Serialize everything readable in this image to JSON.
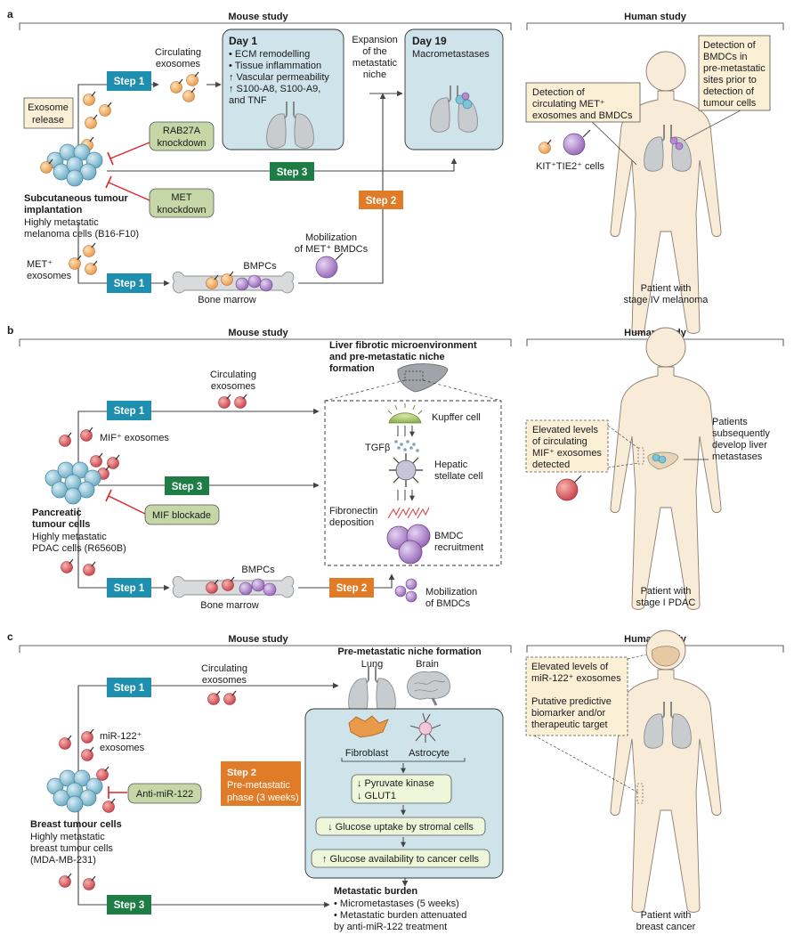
{
  "panel_a": {
    "letter": "a",
    "mouse_header": "Mouse study",
    "human_header": "Human study",
    "circulating_exosomes": [
      "Circulating",
      "exosomes"
    ],
    "day1_title": "Day 1",
    "day1_lines": [
      "• ECM remodelling",
      "• Tissue inflammation",
      "↑ Vascular permeability",
      "↑ S100-A8, S100-A9,",
      "   and TNF"
    ],
    "expansion": [
      "Expansion",
      "of the",
      "metastatic",
      "niche"
    ],
    "day19_title": "Day 19",
    "day19_sub": "Macrometastases",
    "exosome_release": [
      "Exosome",
      "release"
    ],
    "step1_top": "Step 1",
    "step1_bottom": "Step 1",
    "step2": "Step 2",
    "step3": "Step 3",
    "rab27a": [
      "RAB27A",
      "knockdown"
    ],
    "met_kd": [
      "MET",
      "knockdown"
    ],
    "tumour_title": [
      "Subcutaneous tumour",
      "implantation"
    ],
    "tumour_desc": [
      "Highly metastatic",
      "melanoma cells (B16-F10)"
    ],
    "met_exosomes": [
      "MET⁺",
      "exosomes"
    ],
    "mobilization": [
      "Mobilization",
      "of MET⁺ BMDCs"
    ],
    "bmpcs": "BMPCs",
    "bone_marrow": "Bone marrow",
    "human_box1": [
      "Detection of",
      "circulating MET⁺",
      "exosomes and BMDCs"
    ],
    "human_box2": [
      "Detection of",
      "BMDCs in",
      "pre-metastatic",
      "sites prior to",
      "detection of",
      "tumour cells"
    ],
    "kit_label": "KIT⁺TIE2⁺ cells",
    "patient": [
      "Patient with",
      "stage IV melanoma"
    ]
  },
  "panel_b": {
    "letter": "b",
    "mouse_header": "Mouse study",
    "human_header": "Human study",
    "liver_title": [
      "Liver fibrotic microenvironment",
      "and pre-metastatic niche",
      "formation"
    ],
    "circulating_exosomes": [
      "Circulating",
      "exosomes"
    ],
    "step1_top": "Step 1",
    "step1_bottom": "Step 1",
    "step2": "Step 2",
    "step3": "Step 3",
    "mif_exosomes": "MIF⁺ exosomes",
    "kupffer": "Kupffer cell",
    "tgfb": "TGFβ",
    "hepatic": [
      "Hepatic",
      "stellate cell"
    ],
    "fibronectin": [
      "Fibronectin",
      "deposition"
    ],
    "bmdc_recruit": [
      "BMDC",
      "recruitment"
    ],
    "mif_blockade": "MIF blockade",
    "tumour_title": [
      "Pancreatic",
      "tumour cells"
    ],
    "tumour_desc": [
      "Highly metastatic",
      "PDAC cells (R6560B)"
    ],
    "bmpcs": "BMPCs",
    "bone_marrow": "Bone marrow",
    "mobilization": [
      "Mobilization",
      "of BMDCs"
    ],
    "human_box": [
      "Elevated levels",
      "of circulating",
      "MIF⁺ exosomes",
      "detected"
    ],
    "patients_develop": [
      "Patients",
      "subsequently",
      "develop liver",
      "metastases"
    ],
    "patient": [
      "Patient with",
      "stage I PDAC"
    ]
  },
  "panel_c": {
    "letter": "c",
    "mouse_header": "Mouse study",
    "human_header": "Human study",
    "pmn_title": "Pre-metastatic niche formation",
    "lung": "Lung",
    "brain": "Brain",
    "circulating_exosomes": [
      "Circulating",
      "exosomes"
    ],
    "step1": "Step 1",
    "step3": "Step 3",
    "mir_exosomes": [
      "miR-122⁺",
      "exosomes"
    ],
    "fibroblast": "Fibroblast",
    "astrocyte": "Astrocyte",
    "step2_title": "Step 2",
    "step2_sub": [
      "Pre-metastatic",
      "phase (3 weeks)"
    ],
    "pyruvate": [
      "↓ Pyruvate kinase",
      "↓ GLUT1"
    ],
    "glucose_uptake": "↓ Glucose uptake by stromal cells",
    "glucose_avail": "↑ Glucose availability to cancer cells",
    "anti_mir": "Anti-miR-122",
    "tumour_title": "Breast tumour cells",
    "tumour_desc": [
      "Highly metastatic",
      "breast tumour cells",
      "(MDA-MB-231)"
    ],
    "burden_title": "Metastatic burden",
    "burden_lines": [
      "• Micrometastases (5 weeks)",
      "• Metastatic burden attenuated",
      "   by anti-miR-122 treatment"
    ],
    "human_box": [
      "Elevated levels of",
      "miR-122⁺ exosomes",
      "",
      "Putative predictive",
      "biomarker and/or",
      "therapeutic target"
    ],
    "patient": [
      "Patient with",
      "breast cancer"
    ]
  },
  "colors": {
    "step_blue": "#1f8fb0",
    "step_green": "#1e7c45",
    "step_orange": "#e07b28",
    "panel_blue": "#cfe4ea",
    "cream": "#fbefd6",
    "sage": "#c5d7a6",
    "inhibit_red": "#d9262b",
    "exosome": "#f2b26b",
    "exosome_red": "#d9535b",
    "bmdc_purple": "#a87cc4"
  }
}
